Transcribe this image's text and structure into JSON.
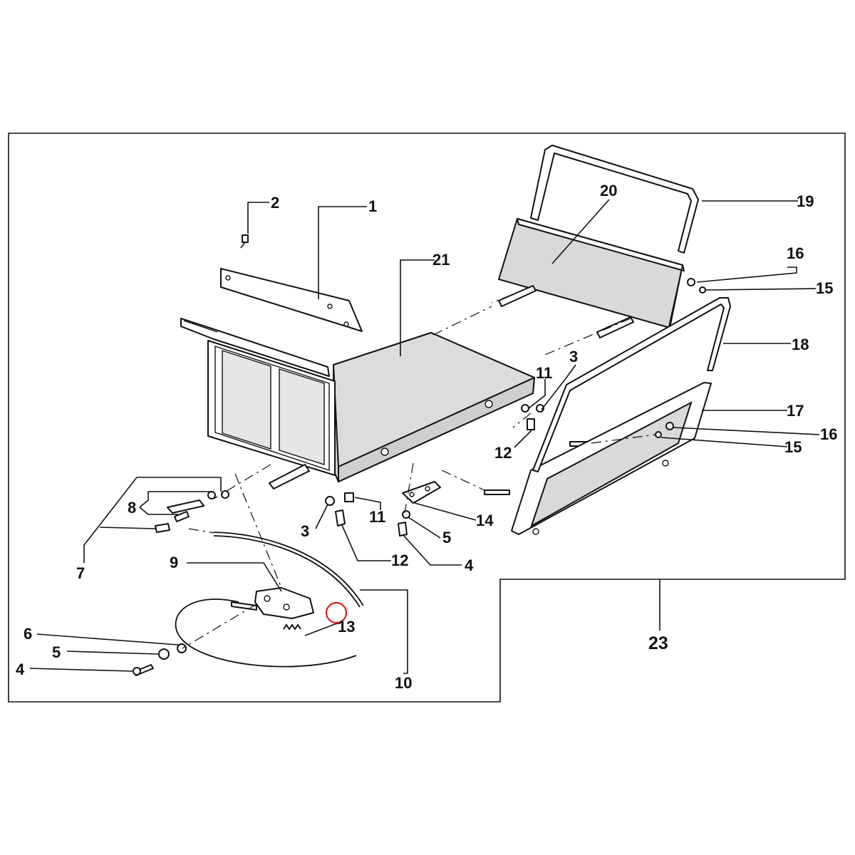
{
  "callouts": {
    "c1": "1",
    "c2": "2",
    "c3a": "3",
    "c3b": "3",
    "c4a": "4",
    "c4b": "4",
    "c5a": "5",
    "c5b": "5",
    "c6": "6",
    "c7": "7",
    "c8": "8",
    "c9": "9",
    "c10": "10",
    "c11a": "11",
    "c11b": "11",
    "c12a": "12",
    "c12b": "12",
    "c13": "13",
    "c14": "14",
    "c15a": "15",
    "c15b": "15",
    "c16a": "16",
    "c16b": "16",
    "c17": "17",
    "c18": "18",
    "c19": "19",
    "c20": "20",
    "c21": "21",
    "c23": "23"
  },
  "highlight": {
    "color": "#e02020",
    "target": "13"
  },
  "colors": {
    "ink": "#111111",
    "panel_shade": "#d9d9d9",
    "background": "#ffffff"
  }
}
